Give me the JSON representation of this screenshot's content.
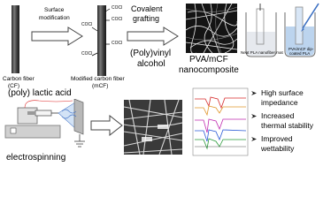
{
  "labels": {
    "carbon_fiber": "Carbon fiber",
    "carbon_fiber_abbr": "(CF)",
    "surface_modification_1": "Surface",
    "surface_modification_2": "modification",
    "modified_cf_1": "Modified carbon fiber",
    "modified_cf_2": "(mCF)",
    "cocl": "COCl",
    "covalent_1": "Covalent",
    "covalent_2": "grafting",
    "pva_1": "(Poly)vinyl",
    "pva_2": "alcohol",
    "pva_mcf_1": "PVA/mCF",
    "pva_mcf_2": "nanocomposite",
    "neat_pla": "Neat PLA nanofiber mat",
    "pva_mcf_dip": "PVA/mCF dip-",
    "pva_mcf_dip_2": "coated PLA",
    "pla": "(poly) lactic acid",
    "electrospinning": "electrospinning"
  },
  "properties": [
    "High surface",
    "impedance",
    "Increased",
    "thermal stability",
    "Improved",
    "wettability"
  ],
  "colors": {
    "arrow_fill": "#ffffff",
    "arrow_stroke": "#444444",
    "fiber_dark": "#2a2a2a",
    "sem_bg": "#111111",
    "beaker_liquid_left": "#e6e9ee",
    "beaker_liquid_right": "#bcd4ee",
    "ftir_red": "#d62b2b",
    "ftir_blue": "#2b5bd6",
    "ftir_green": "#2a9a3a",
    "ftir_magenta": "#c02bb0",
    "electrospin_blue": "#4a79c9"
  },
  "icons": [
    "checkmark-icon",
    "syringe-icon",
    "pipette-icon",
    "ground-icon"
  ]
}
